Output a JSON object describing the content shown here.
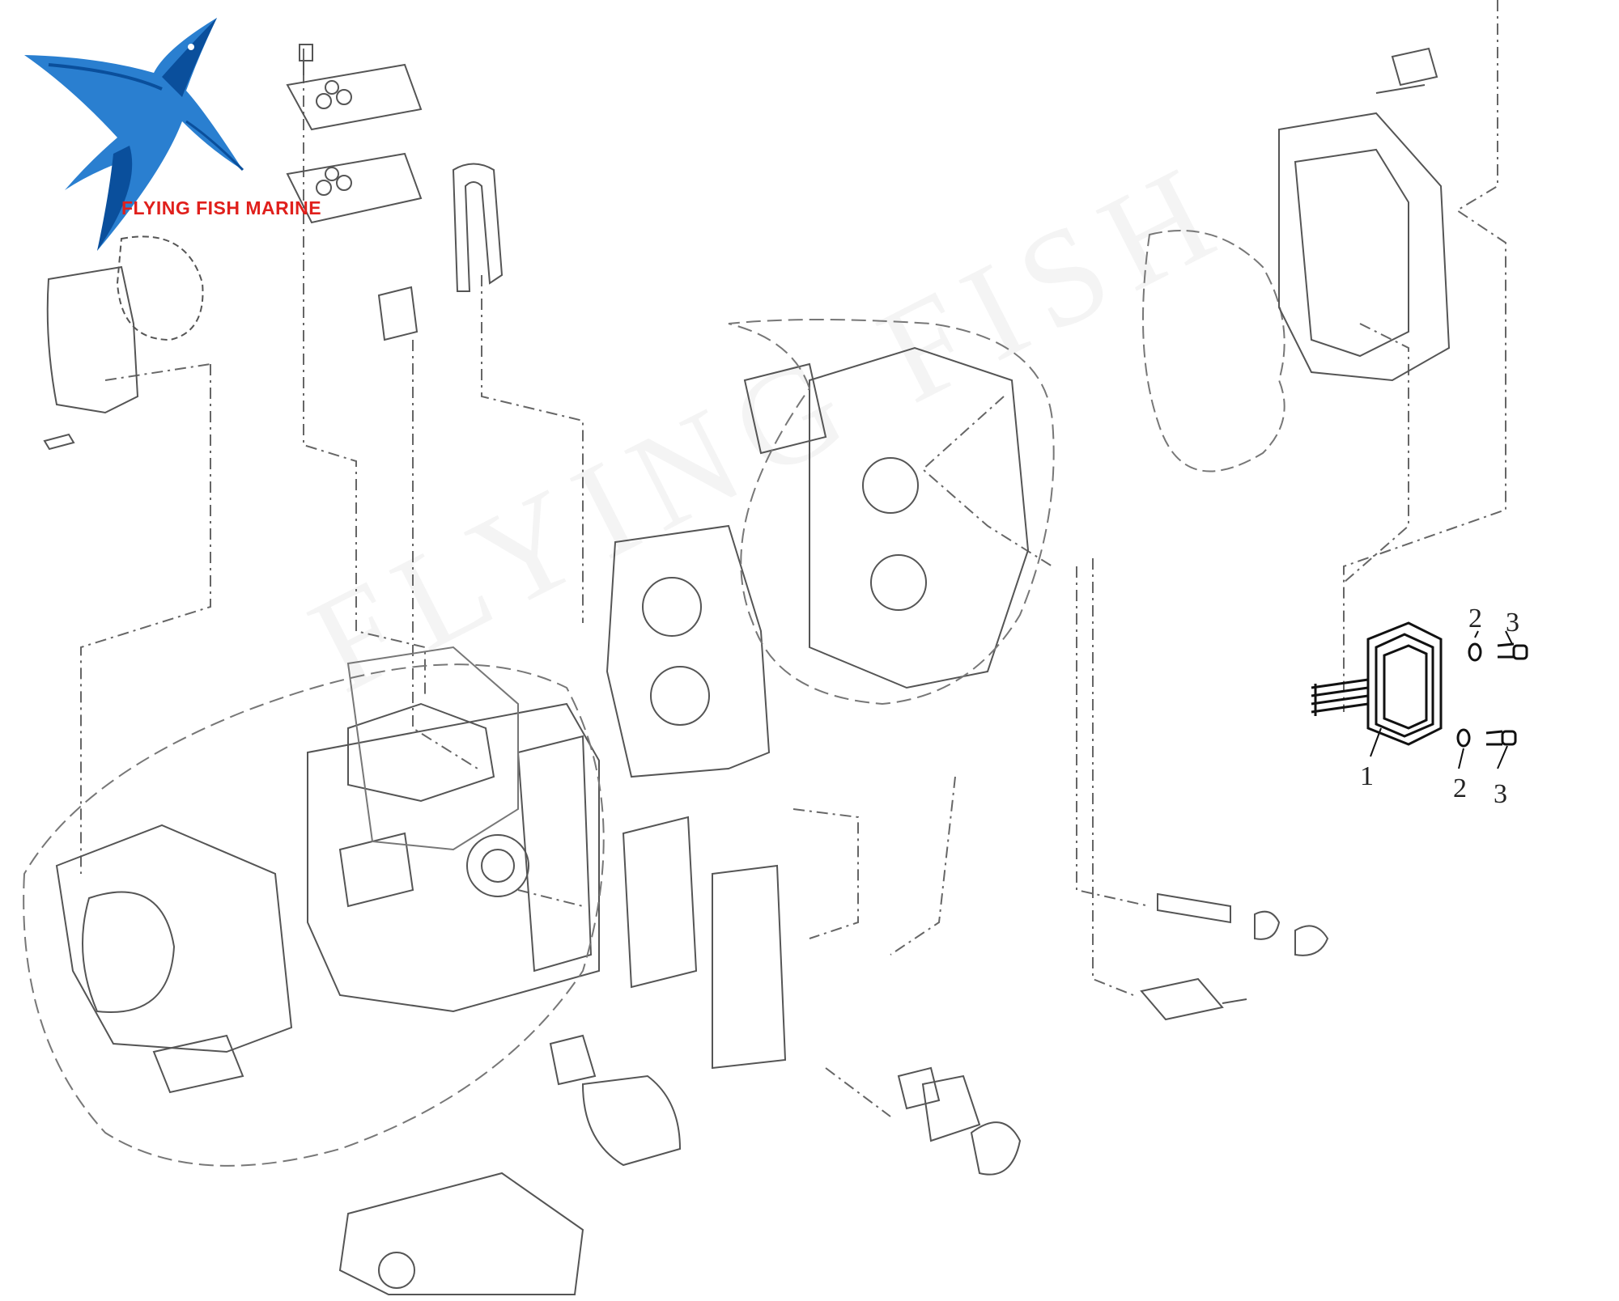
{
  "brand": {
    "name": "FLYING FISH MARINE",
    "colors": {
      "text": "#e0201c",
      "logo_dark": "#0a4f9c",
      "logo_light": "#3fa3e6"
    }
  },
  "watermark": {
    "text": "FLYING FISH"
  },
  "callouts": [
    {
      "label": "1"
    },
    {
      "label": "2"
    },
    {
      "label": "3"
    },
    {
      "label": "2"
    },
    {
      "label": "3"
    }
  ],
  "colors": {
    "line": "#555555",
    "highlight": "#111111"
  }
}
